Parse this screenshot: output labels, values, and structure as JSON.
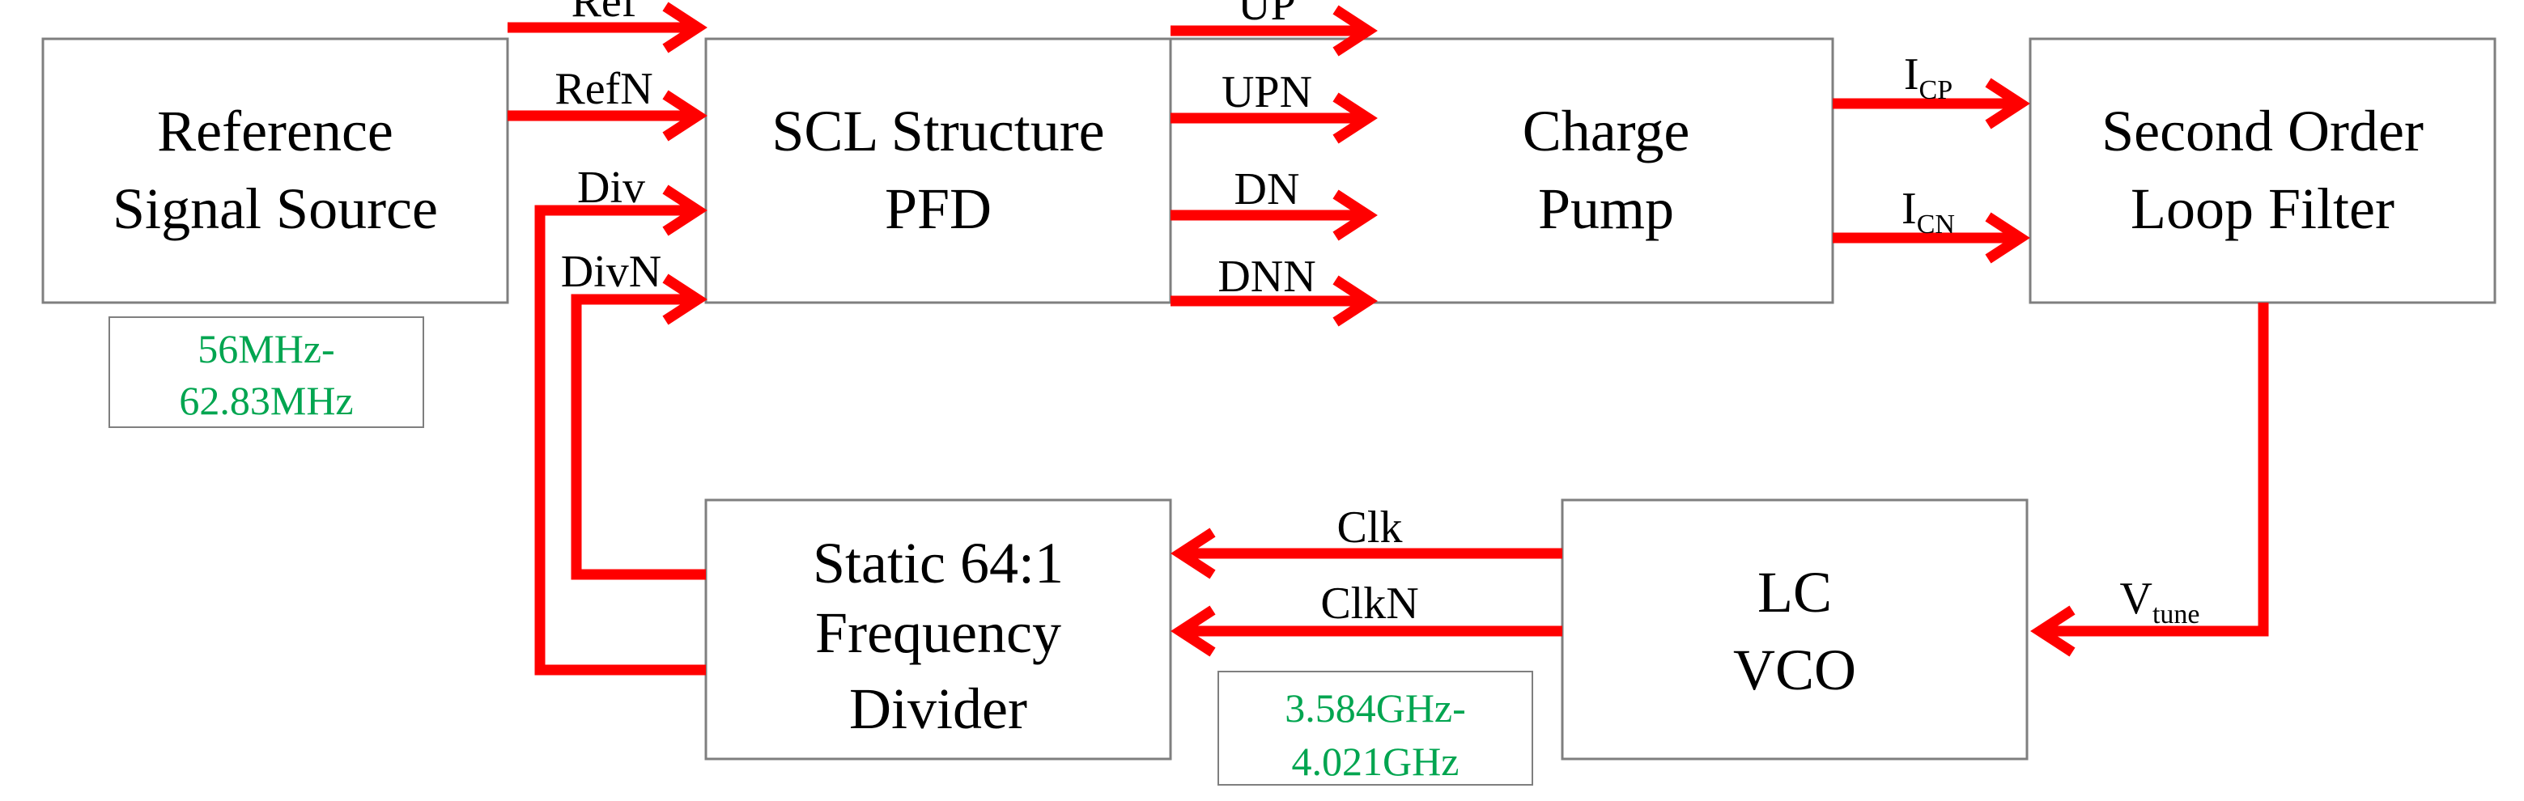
{
  "blocks": {
    "reference": {
      "line1": "Reference",
      "line2": "Signal Source"
    },
    "pfd": {
      "line1": "SCL Structure",
      "line2": "PFD"
    },
    "charge_pump": {
      "line1": "Charge",
      "line2": "Pump"
    },
    "loop_filter": {
      "line1": "Second Order",
      "line2": "Loop Filter"
    },
    "divider": {
      "line1": "Static 64:1",
      "line2": "Frequency",
      "line3": "Divider"
    },
    "vco": {
      "line1": "LC",
      "line2": "VCO"
    }
  },
  "signals": {
    "ref": "Ref",
    "refn": "RefN",
    "div": "Div",
    "divn": "DivN",
    "up": "UP",
    "upn": "UPN",
    "dn": "DN",
    "dnn": "DNN",
    "icp_main": "I",
    "icp_sub": "CP",
    "icn_main": "I",
    "icn_sub": "CN",
    "vtune_main": "V",
    "vtune_sub": "tune",
    "clk": "Clk",
    "clkn": "ClkN"
  },
  "ranges": {
    "reference": {
      "line1": "56MHz-",
      "line2": "62.83MHz"
    },
    "vco": {
      "line1": "3.584GHz-",
      "line2": "4.021GHz"
    }
  },
  "colors": {
    "wire": "#ff0000",
    "range_text": "#00a550",
    "box_border": "#7f7f7f"
  }
}
